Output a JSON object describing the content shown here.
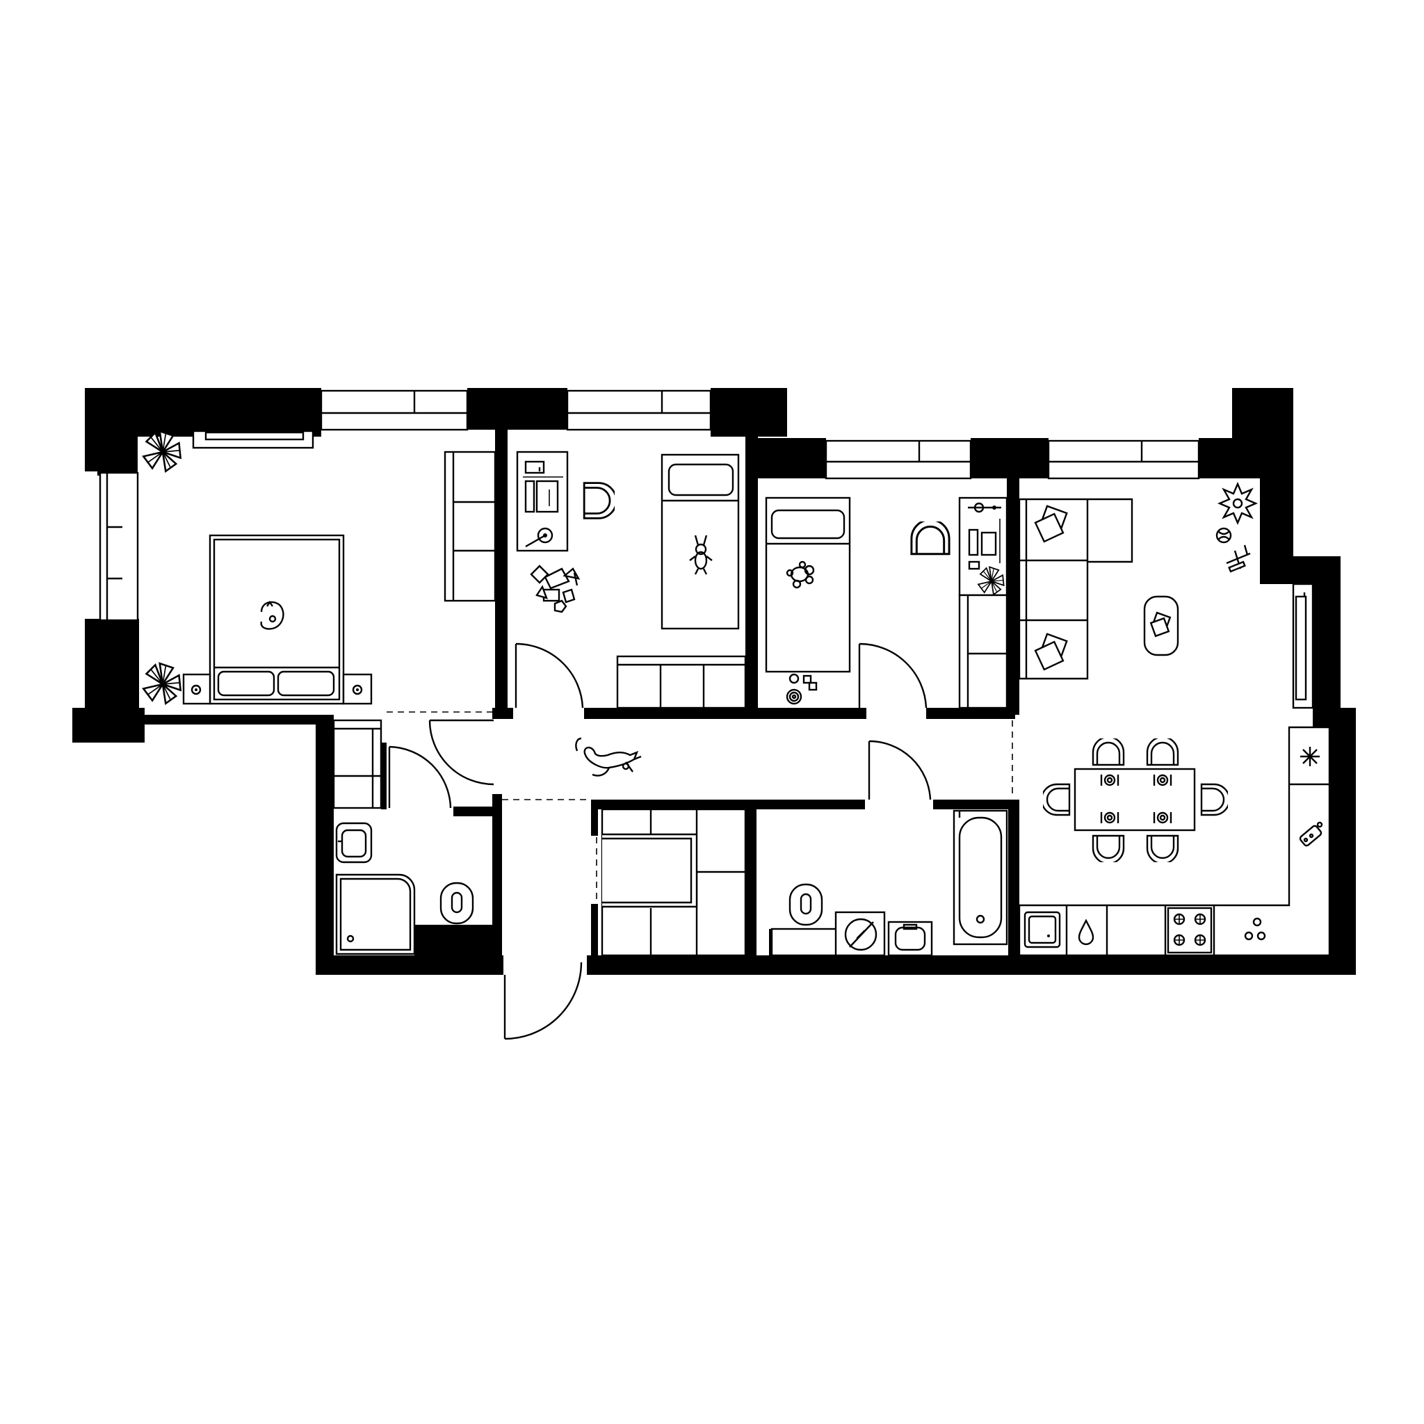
{
  "colors": {
    "wall": "#000000",
    "line": "#000000",
    "background": "#ffffff"
  },
  "rooms": [
    {
      "id": "bedroom-1",
      "kind": "bedroom"
    },
    {
      "id": "kids-room-1",
      "kind": "bedroom"
    },
    {
      "id": "kids-room-2",
      "kind": "bedroom"
    },
    {
      "id": "kitchen-living",
      "kind": "kitchen-living-room"
    },
    {
      "id": "hallway",
      "kind": "hallway"
    },
    {
      "id": "shower-bathroom",
      "kind": "bathroom"
    },
    {
      "id": "wardrobe",
      "kind": "storage"
    },
    {
      "id": "main-bathroom",
      "kind": "bathroom"
    }
  ],
  "icons": {
    "plants": [
      "plant-icon",
      "plant-icon",
      "plant-icon",
      "star-plant-icon"
    ],
    "pets": [
      "cat-icon",
      "dog-icon"
    ],
    "toys": [
      "bunny-toy-icon",
      "teddy-toy-icon",
      "ball-icon",
      "plane-toy-icon",
      "toy-blocks-icon",
      "rings-toy-icon"
    ],
    "appliances": [
      "fridge-icon",
      "stove-icon",
      "sink-icon",
      "washing-machine-icon",
      "toilet-icon",
      "bathtub-icon",
      "shower-tray-icon"
    ]
  }
}
